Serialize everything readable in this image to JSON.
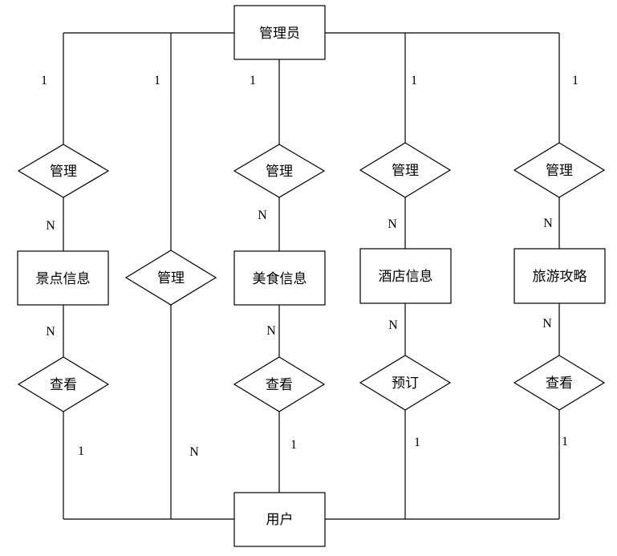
{
  "entities": {
    "admin": "管理员",
    "scenic": "景点信息",
    "food": "美食信息",
    "hotel": "酒店信息",
    "guide": "旅游攻略",
    "user": "用户"
  },
  "relationships": {
    "manage_scenic": "管理",
    "manage_user": "管理",
    "manage_food": "管理",
    "manage_hotel": "管理",
    "manage_guide": "管理",
    "view_scenic": "查看",
    "view_food": "查看",
    "book_hotel": "预订",
    "view_guide": "查看"
  },
  "cardinalities": {
    "c1": "1",
    "c2": "1",
    "c3": "1",
    "c4": "1",
    "c5": "1",
    "c6": "N",
    "c7": "N",
    "c8": "N",
    "c9": "N",
    "c10": "N",
    "c11": "N",
    "c12": "N",
    "c13": "N",
    "c14": "1",
    "c15": "N",
    "c16": "1",
    "c17": "1",
    "c18": "1"
  }
}
